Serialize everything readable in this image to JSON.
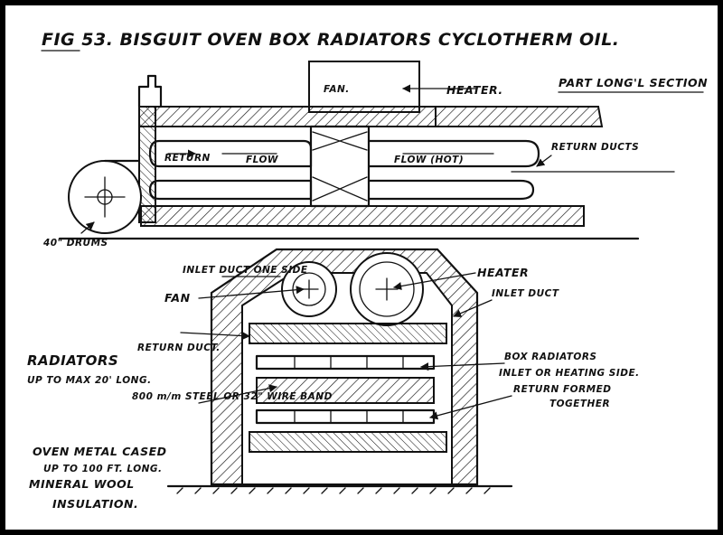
{
  "title": "FIG 53. BISGUIT OVEN BOX RADIATORS CYCLOTHERM OIL.",
  "section_title": "PART LONG'L SECTION",
  "long_section": {
    "fan": "FAN.",
    "heater": "HEATER.",
    "return": "RETURN",
    "flow": "FLOW",
    "flow_hot": "FLOW (HOT)",
    "return_ducts": "RETURN DUCTS",
    "drums": "40\" DRUMS"
  },
  "cross_section": {
    "inlet_duct_one_side": "INLET DUCT ONE SIDE",
    "heater": "HEATER",
    "inlet_duct": "INLET DUCT",
    "fan": "FAN",
    "return_duct": "RETURN DUCT.",
    "box_radiators": "BOX RADIATORS",
    "inlet_or_heating_side": "INLET OR HEATING SIDE.",
    "return_formed": "RETURN FORMED",
    "together": "TOGETHER",
    "steel_band": "800 m/m STEEL OR 32\" WIRE BAND"
  },
  "notes": {
    "radiators": "RADIATORS",
    "radiators_size": "UP TO MAX 20' LONG.",
    "oven_metal_cased": "OVEN METAL CASED",
    "oven_length": "UP TO 100 FT. LONG.",
    "mineral_wool": "MINERAL WOOL",
    "insulation": "INSULATION."
  },
  "colors": {
    "ink": "#111111",
    "paper": "#ffffff",
    "frame": "#000000"
  }
}
